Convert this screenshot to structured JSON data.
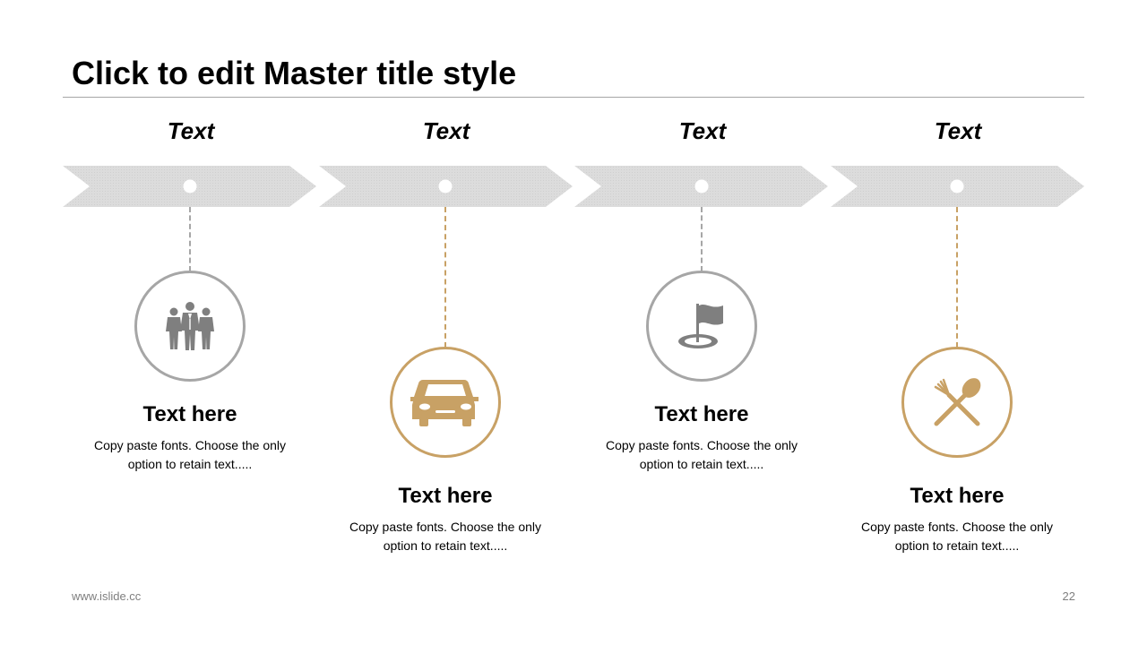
{
  "title": "Click to edit Master title style",
  "colors": {
    "gray": "#a6a6a6",
    "gold": "#c8a165",
    "chevron": "#d9d9d9",
    "icon_gray": "#7f7f7f"
  },
  "steps": [
    {
      "label": "Text",
      "heading": "Text here",
      "body_line1": "Copy paste fonts. Choose the only",
      "body_line2": "option to retain text.....",
      "icon": "people-group-icon",
      "accent": "gray"
    },
    {
      "label": "Text",
      "heading": "Text here",
      "body_line1": "Copy paste fonts. Choose the only",
      "body_line2": "option to retain text.....",
      "icon": "car-icon",
      "accent": "gold"
    },
    {
      "label": "Text",
      "heading": "Text here",
      "body_line1": "Copy paste fonts. Choose the only",
      "body_line2": "option to retain text.....",
      "icon": "flag-icon",
      "accent": "gray"
    },
    {
      "label": "Text",
      "heading": "Text here",
      "body_line1": "Copy paste fonts. Choose the only",
      "body_line2": "option to retain text.....",
      "icon": "fork-spoon-icon",
      "accent": "gold"
    }
  ],
  "footer": {
    "url": "www.islide.cc",
    "page_number": "22"
  }
}
